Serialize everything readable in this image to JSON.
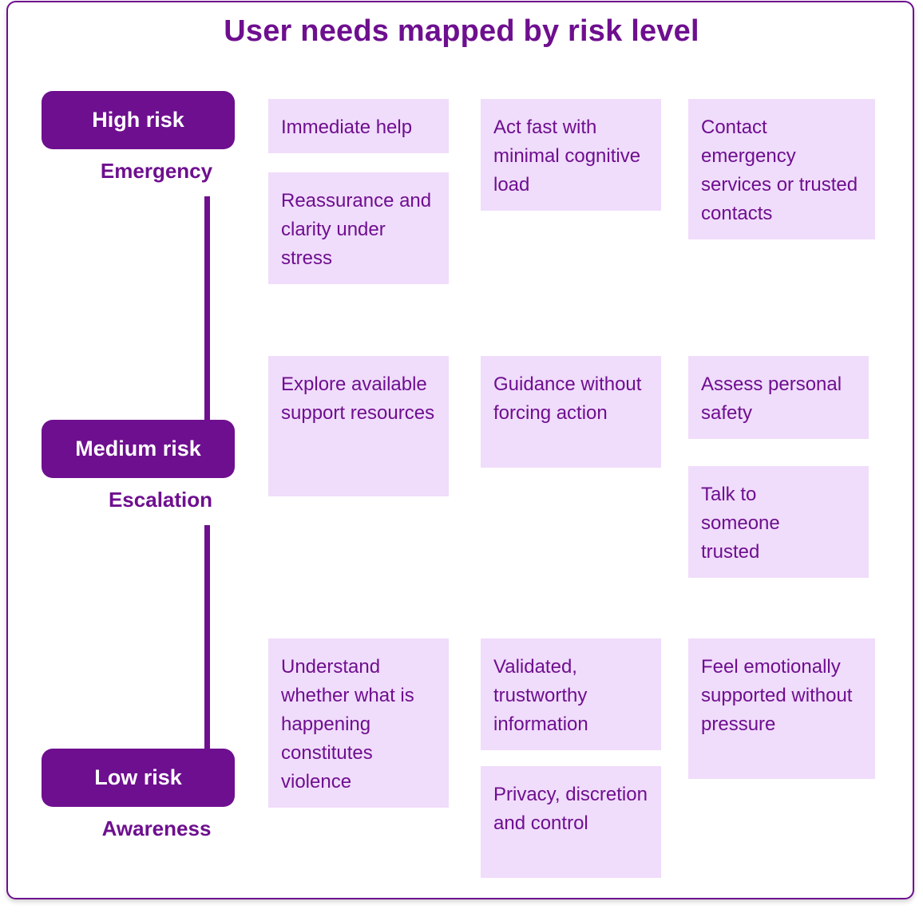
{
  "title": "User needs mapped by risk level",
  "levels": [
    {
      "label": "High risk",
      "stage": "Emergency"
    },
    {
      "label": "Medium risk",
      "stage": "Escalation"
    },
    {
      "label": "Low risk",
      "stage": "Awareness"
    }
  ],
  "cards": {
    "high": [
      "Immediate help",
      "Reassurance and clarity under stress",
      "Act fast with minimal cognitive load",
      "Contact emergency services or trusted contacts"
    ],
    "medium": [
      "Explore available support resources",
      "Guidance without forcing action",
      "Assess personal safety",
      "Talk to someone trusted"
    ],
    "low": [
      "Understand whether what is happening constitutes violence",
      "Validated, trustworthy information",
      "Privacy, discretion and control",
      "Feel emotionally supported without pressure"
    ]
  },
  "colors": {
    "accent": "#6e0f8f",
    "card_background": "#f0dcfb",
    "background": "#ffffff"
  }
}
